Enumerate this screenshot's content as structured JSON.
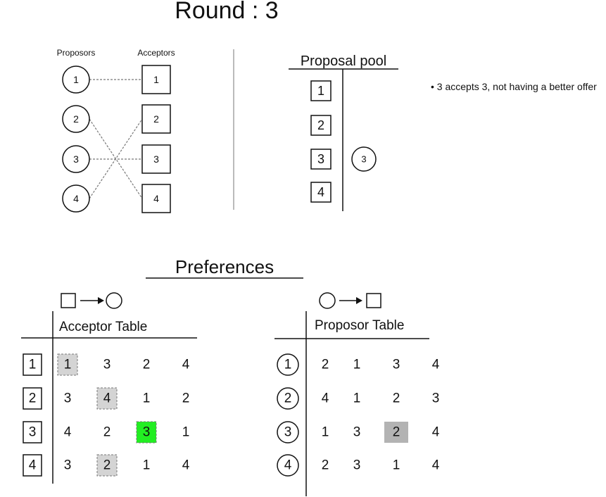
{
  "round_title": "Round :  3",
  "matching": {
    "proposors_label": "Proposors",
    "acceptors_label": "Acceptors",
    "proposers": [
      "1",
      "2",
      "3",
      "4"
    ],
    "acceptors": [
      "1",
      "2",
      "3",
      "4"
    ],
    "edges": [
      {
        "proposer": "1",
        "acceptor": "1"
      },
      {
        "proposer": "2",
        "acceptor": "4"
      },
      {
        "proposer": "3",
        "acceptor": "3"
      },
      {
        "proposer": "4",
        "acceptor": "2"
      }
    ]
  },
  "proposal_pool": {
    "title": "Proposal pool",
    "acceptors": [
      "1",
      "2",
      "3",
      "4"
    ],
    "proposals": [
      {
        "acceptor": "3",
        "proposer": "3"
      }
    ]
  },
  "note": "• 3 accepts 3, not having a better offer",
  "preferences": {
    "title": "Preferences",
    "acceptor_table": {
      "title": "Acceptor Table",
      "rows": [
        {
          "id": "1",
          "prefs": [
            "1",
            "3",
            "2",
            "4"
          ]
        },
        {
          "id": "2",
          "prefs": [
            "3",
            "4",
            "1",
            "2"
          ]
        },
        {
          "id": "3",
          "prefs": [
            "4",
            "2",
            "3",
            "1"
          ]
        },
        {
          "id": "4",
          "prefs": [
            "3",
            "2",
            "1",
            "4"
          ]
        }
      ],
      "highlights": [
        {
          "row": 0,
          "col": 0,
          "style": "current"
        },
        {
          "row": 1,
          "col": 1,
          "style": "current"
        },
        {
          "row": 2,
          "col": 2,
          "style": "accepted"
        },
        {
          "row": 3,
          "col": 1,
          "style": "current"
        }
      ]
    },
    "proposor_table": {
      "title": "Proposor Table",
      "rows": [
        {
          "id": "1",
          "prefs": [
            "2",
            "1",
            "3",
            "4"
          ],
          "faded": [
            0,
            1
          ]
        },
        {
          "id": "2",
          "prefs": [
            "4",
            "1",
            "2",
            "3"
          ],
          "faded": [
            0
          ]
        },
        {
          "id": "3",
          "prefs": [
            "1",
            "3",
            "2",
            "4"
          ],
          "faded": [
            0,
            1
          ]
        },
        {
          "id": "4",
          "prefs": [
            "2",
            "3",
            "1",
            "4"
          ],
          "faded": [
            0
          ]
        }
      ],
      "highlights": [
        {
          "row": 2,
          "col": 2,
          "style": "proposing"
        }
      ]
    }
  },
  "colors": {
    "current": "#d4d4d4",
    "accepted": "#22ee22",
    "proposing": "#b3b3b3",
    "faded_text": "#8a8a8a"
  }
}
